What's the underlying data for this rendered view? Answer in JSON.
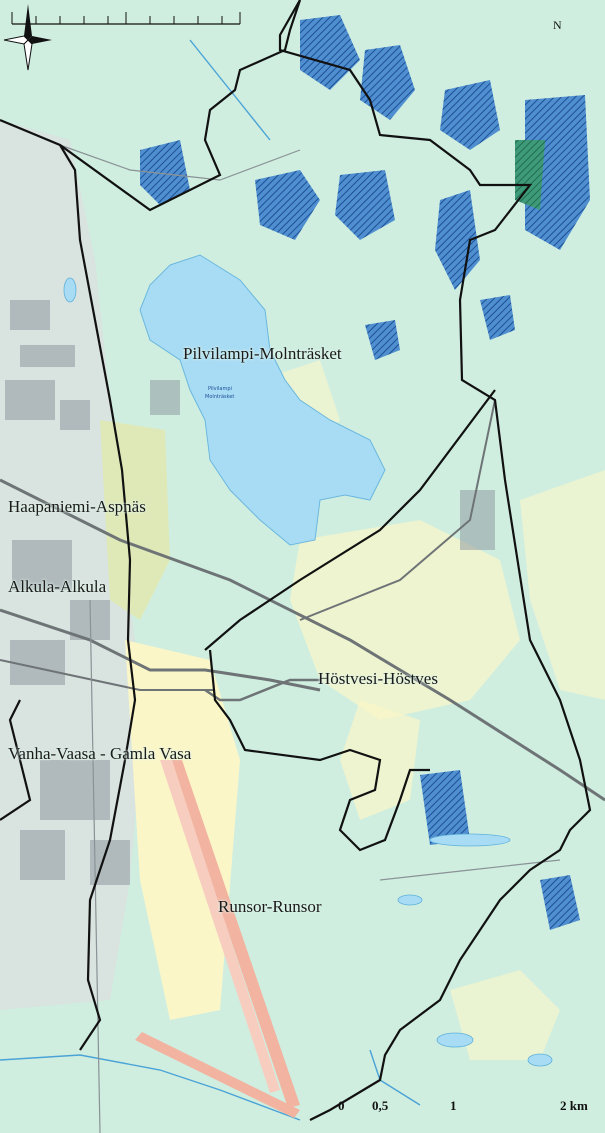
{
  "map": {
    "places": [
      {
        "id": "pilvilampi",
        "label": "Pilvilampi-Molnträsket"
      },
      {
        "id": "haapaniemi",
        "label": "Haapaniemi-Aspnäs"
      },
      {
        "id": "alkula",
        "label": "Alkula-Alkula"
      },
      {
        "id": "hostvesi",
        "label": "Höstvesi-Höstves"
      },
      {
        "id": "vanhavaasa",
        "label": "Vanha-Vaasa - Gamla Vasa"
      },
      {
        "id": "runsor",
        "label": "Runsor-Runsor"
      }
    ],
    "lake_labels": [
      "Pilvilampi",
      "Molnträsket"
    ],
    "north_arrow": {
      "icon": "north-arrow-icon",
      "label": "N"
    },
    "scale": {
      "labels": [
        "0",
        "0,5",
        "1",
        "2 km"
      ]
    },
    "colors": {
      "base_green": "#cfeee0",
      "water": "#a8dcf4",
      "marsh_blue": "#2e6fb3",
      "field_yellow": "#fbf6c8",
      "road_gray": "#6e7476",
      "border_black": "#111111",
      "runway_pink": "#f2b3a0"
    }
  }
}
